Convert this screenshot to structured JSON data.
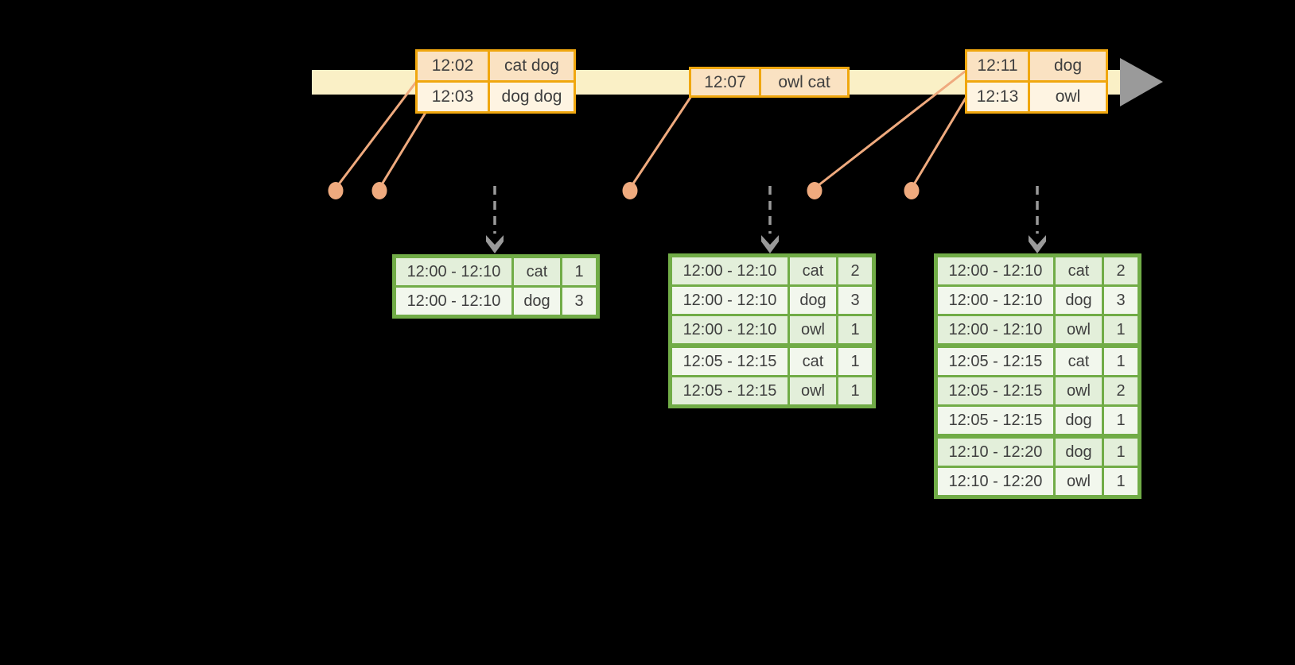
{
  "colors": {
    "bg": "#000000",
    "band": "#FAF0C6",
    "event-border": "#F0A70F",
    "event-dark": "#FAE2C2",
    "event-light": "#FEF4E2",
    "accent-orange": "#EFAA7E",
    "green-border": "#71AC47",
    "green-dark": "#E3EFDA",
    "green-light": "#F2F7ED",
    "ink": "#3F3F3F",
    "arrow-gray": "#9A9A9A"
  },
  "icons": {
    "timeline_arrow": "right-arrow",
    "event_marker": "orange-dot",
    "trigger_arrow": "dashed-down-arrow"
  },
  "event_tables": [
    {
      "rows": [
        {
          "time": "12:02",
          "words": "cat dog"
        },
        {
          "time": "12:03",
          "words": "dog dog"
        }
      ]
    },
    {
      "rows": [
        {
          "time": "12:07",
          "words": "owl cat"
        }
      ]
    },
    {
      "rows": [
        {
          "time": "12:11",
          "words": "dog"
        },
        {
          "time": "12:13",
          "words": "owl"
        }
      ]
    }
  ],
  "result_tables": [
    {
      "rows": [
        {
          "window": "12:00 - 12:10",
          "word": "cat",
          "count": "1"
        },
        {
          "window": "12:00 - 12:10",
          "word": "dog",
          "count": "3"
        }
      ]
    },
    {
      "rows": [
        {
          "window": "12:00 - 12:10",
          "word": "cat",
          "count": "2"
        },
        {
          "window": "12:00 - 12:10",
          "word": "dog",
          "count": "3"
        },
        {
          "window": "12:00 - 12:10",
          "word": "owl",
          "count": "1"
        },
        {
          "window": "12:05 - 12:15",
          "word": "cat",
          "count": "1"
        },
        {
          "window": "12:05 - 12:15",
          "word": "owl",
          "count": "1"
        }
      ]
    },
    {
      "rows": [
        {
          "window": "12:00 - 12:10",
          "word": "cat",
          "count": "2"
        },
        {
          "window": "12:00 - 12:10",
          "word": "dog",
          "count": "3"
        },
        {
          "window": "12:00 - 12:10",
          "word": "owl",
          "count": "1"
        },
        {
          "window": "12:05 - 12:15",
          "word": "cat",
          "count": "1"
        },
        {
          "window": "12:05 - 12:15",
          "word": "owl",
          "count": "2"
        },
        {
          "window": "12:05 - 12:15",
          "word": "dog",
          "count": "1"
        },
        {
          "window": "12:10 - 12:20",
          "word": "dog",
          "count": "1"
        },
        {
          "window": "12:10 - 12:20",
          "word": "owl",
          "count": "1"
        }
      ]
    }
  ]
}
